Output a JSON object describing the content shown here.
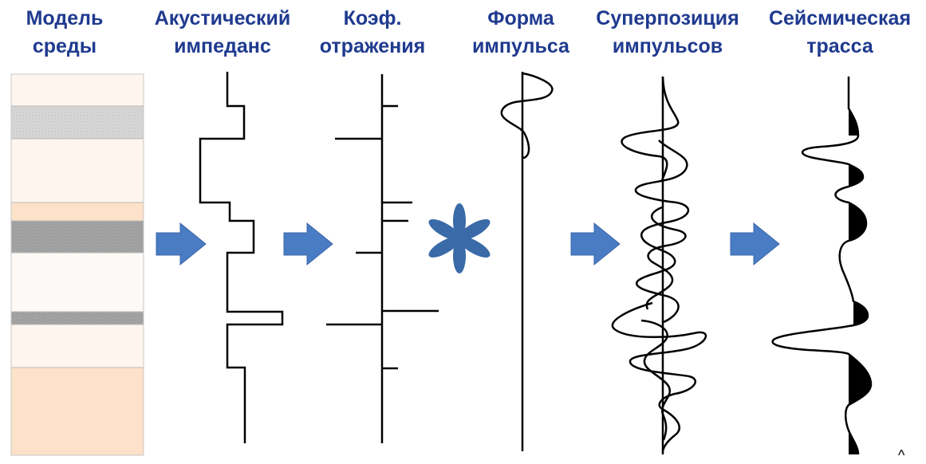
{
  "columns": [
    {
      "title": "Модель\nсреды"
    },
    {
      "title": "Акустический\nимпеданс"
    },
    {
      "title": "Коэф.\nотражения"
    },
    {
      "title": "Форма\nимпульса"
    },
    {
      "title": "Суперпозиция\nимпульсов"
    },
    {
      "title": "Сейсмическая\nтрасса"
    }
  ],
  "colors": {
    "title": "#1f3a8f",
    "arrow": "#4a7cc4",
    "asterisk": "#3a6aa8",
    "layer_light": "#fdf5ee",
    "layer_peach": "#fde1c8",
    "layer_gray": "#d4d4d4",
    "layer_dark_gray": "#9e9e9e"
  },
  "operator_symbol": "*",
  "corner_mark": "^"
}
